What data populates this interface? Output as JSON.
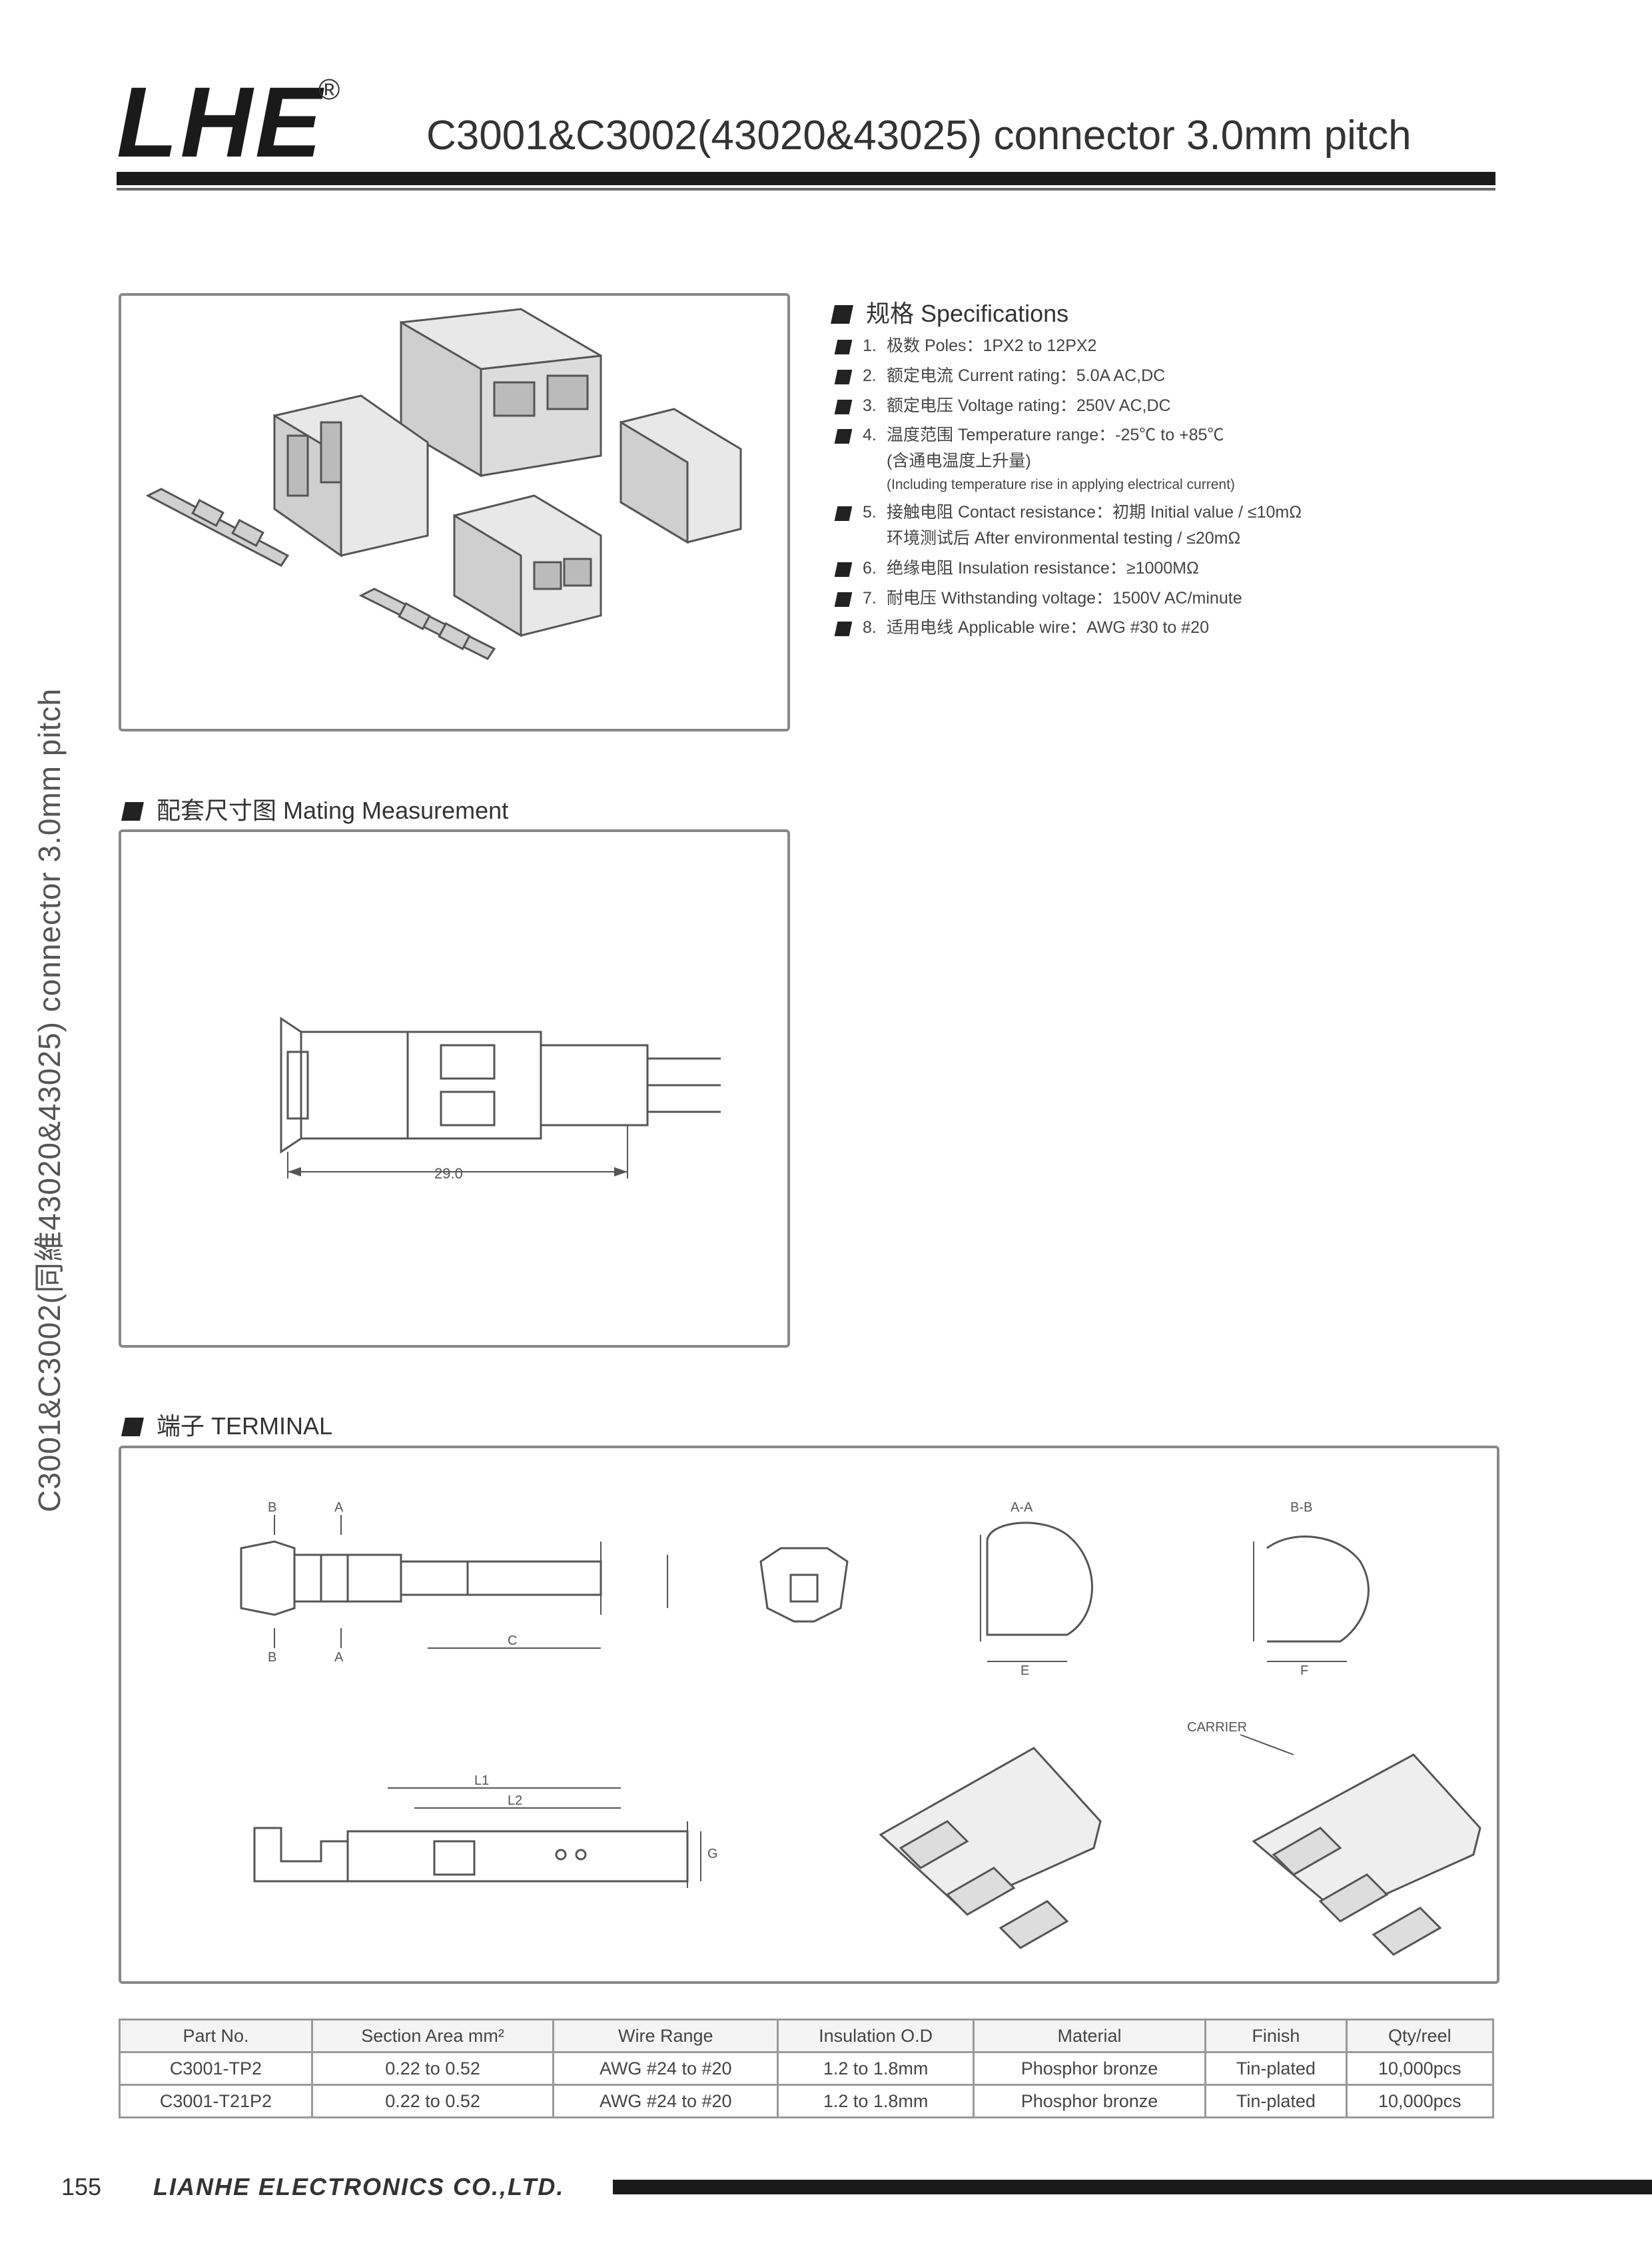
{
  "header": {
    "logo": "LHE",
    "registered_mark": "®",
    "title": "C3001&C3002(43020&43025) connector 3.0mm pitch"
  },
  "side_label": "C3001&C3002(同維43020&43025) connector 3.0mm pitch",
  "specifications": {
    "heading": "规格 Specifications",
    "items": [
      {
        "num": "1.",
        "text": "极数 Poles：1PX2 to 12PX2"
      },
      {
        "num": "2.",
        "text": "额定电流 Current rating：5.0A  AC,DC"
      },
      {
        "num": "3.",
        "text": "额定电压 Voltage rating：250V  AC,DC"
      },
      {
        "num": "4.",
        "text": "温度范围 Temperature range：-25℃ to +85℃",
        "sub": "(含通电温度上升量)",
        "sub2": "(Including temperature rise in applying electrical current)"
      },
      {
        "num": "5.",
        "text": "接触电阻 Contact resistance：初期 Initial value / ≤10mΩ",
        "sub": "环境测试后 After environmental testing / ≤20mΩ"
      },
      {
        "num": "6.",
        "text": "绝缘电阻 Insulation resistance：≥1000MΩ"
      },
      {
        "num": "7.",
        "text": "耐电压 Withstanding voltage：1500V  AC/minute"
      },
      {
        "num": "8.",
        "text": "适用电线 Applicable wire：AWG #30 to #20"
      }
    ]
  },
  "dimension_heading": "配套尺寸图 Mating Measurement",
  "dimension_label": "29.0",
  "terminal_heading": "端子 TERMINAL",
  "terminal_labels": {
    "b_top": "B",
    "a_top": "A",
    "b_bottom": "B",
    "a_bottom": "A",
    "section_aa": "A-A",
    "section_bb": "B-B",
    "c_label": "C",
    "l1": "L1",
    "l2": "L2",
    "e_label": "E",
    "f_label": "F",
    "g_label": "G",
    "carrier_note": "CARRIER"
  },
  "table": {
    "headers": [
      "Part No.",
      "Section Area mm²",
      "Wire Range",
      "Insulation O.D",
      "Material",
      "Finish",
      "Qty/reel"
    ],
    "rows": [
      [
        "C3001-TP2",
        "0.22 to 0.52",
        "AWG #24 to #20",
        "1.2 to 1.8mm",
        "Phosphor bronze",
        "Tin-plated",
        "10,000pcs"
      ],
      [
        "C3001-T21P2",
        "0.22 to 0.52",
        "AWG #24 to #20",
        "1.2 to 1.8mm",
        "Phosphor bronze",
        "Tin-plated",
        "10,000pcs"
      ]
    ]
  },
  "footer": {
    "page_number": "155",
    "company": "LIANHE ELECTRONICS CO.,LTD."
  }
}
